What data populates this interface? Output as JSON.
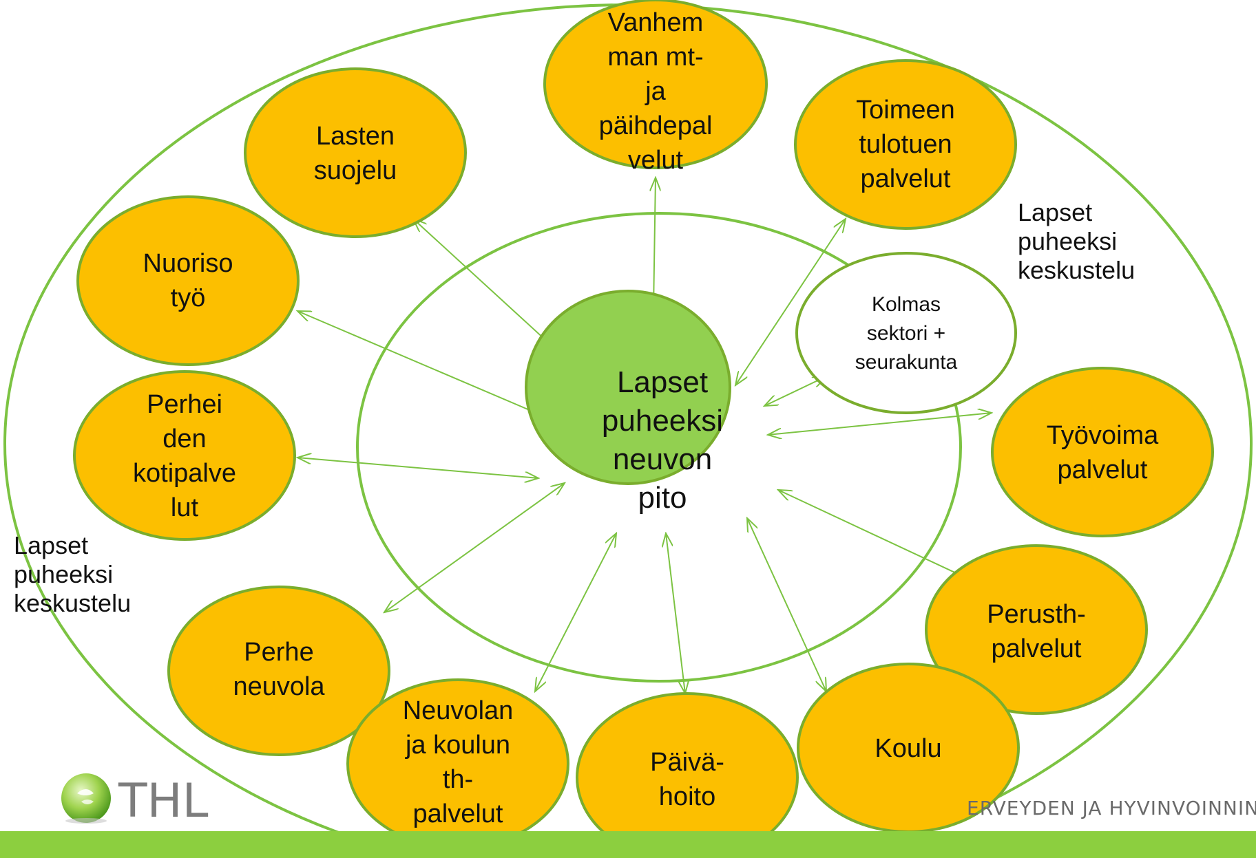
{
  "colors": {
    "node_fill": "#fcbf00",
    "node_stroke": "#7aad2d",
    "center_fill": "#92d050",
    "third_fill": "#ffffff",
    "ring_stroke": "#7cc342",
    "arrow_stroke": "#7cc342",
    "footer_bar": "#8ccf3f"
  },
  "center": {
    "label": "Lapset\npuheeksi\nneuvon\npito"
  },
  "third_sector": {
    "label": "Kolmas\nsektori +\nseurakunta"
  },
  "nodes": [
    {
      "id": "vanhemman",
      "label": "Vanhem\nman mt-\nja\npäihdepal\nvelut"
    },
    {
      "id": "toimeentulotuki",
      "label": "Toimeen\ntulotuen\npalvelut"
    },
    {
      "id": "lastensuojelu",
      "label": "Lasten\nsuojelu"
    },
    {
      "id": "nuorisotyo",
      "label": "Nuoriso\ntyö"
    },
    {
      "id": "perheiden-kotipalvelut",
      "label": "Perhei\nden\nkotipalve\nlut"
    },
    {
      "id": "tyovoimapalvelut",
      "label": "Työvoima\npalvelut"
    },
    {
      "id": "perusthpalvelut",
      "label": "Perusth-\npalvelut"
    },
    {
      "id": "perheneuvola",
      "label": "Perhe\nneuvola"
    },
    {
      "id": "neuvolan-ja-koulun",
      "label": "Neuvolan\nja koulun\nth-\npalvelut"
    },
    {
      "id": "paivahoito",
      "label": "Päivä-\nhoito"
    },
    {
      "id": "koulu",
      "label": "Koulu"
    }
  ],
  "ring_labels": {
    "right": "Lapset\npuheeksi\nkeskustelu",
    "left": "Lapset\npuheeksi\nkeskustelu"
  },
  "logo": {
    "text": "THL",
    "icon": "thl-globe-icon"
  },
  "footer": {
    "text": "ERVEYDEN JA HYVINVOINNIN LAITOS"
  }
}
